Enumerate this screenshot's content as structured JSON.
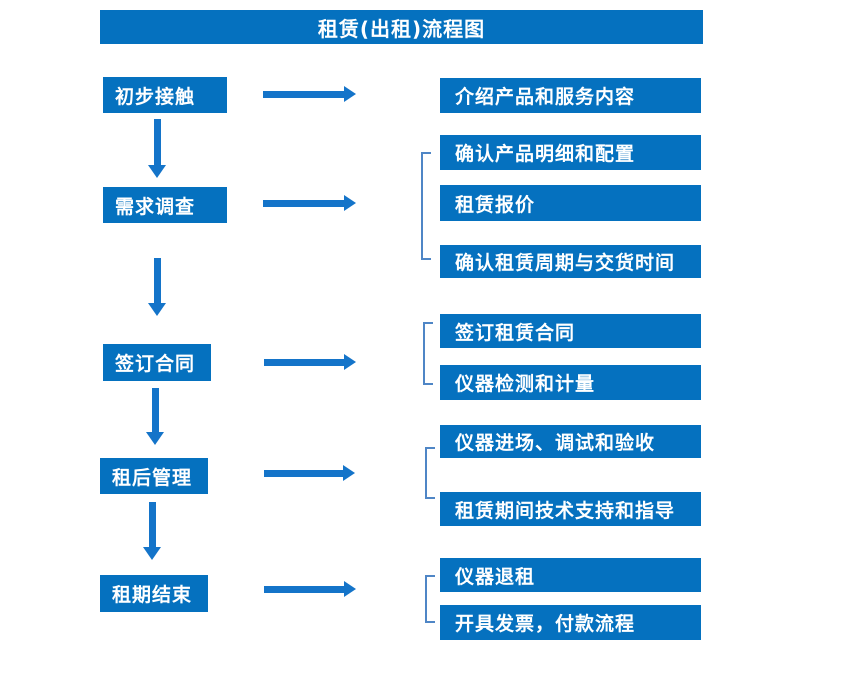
{
  "title": "租赁(出租)流程图",
  "colors": {
    "box_blue": "#0571bf",
    "arrow_blue": "#1474c9",
    "bracket_blue": "#4f86c6",
    "text_white": "#ffffff",
    "background": "#ffffff"
  },
  "steps": [
    {
      "label": "初步接触",
      "details": [
        "介绍产品和服务内容"
      ]
    },
    {
      "label": "需求调查",
      "details": [
        "确认产品明细和配置",
        "租赁报价",
        "确认租赁周期与交货时间"
      ]
    },
    {
      "label": "签订合同",
      "details": [
        "签订租赁合同",
        "仪器检测和计量"
      ]
    },
    {
      "label": "租后管理",
      "details": [
        "仪器进场、调试和验收",
        "租赁期间技术支持和指导"
      ]
    },
    {
      "label": "租期结束",
      "details": [
        "仪器退租",
        "开具发票，付款流程"
      ]
    }
  ]
}
